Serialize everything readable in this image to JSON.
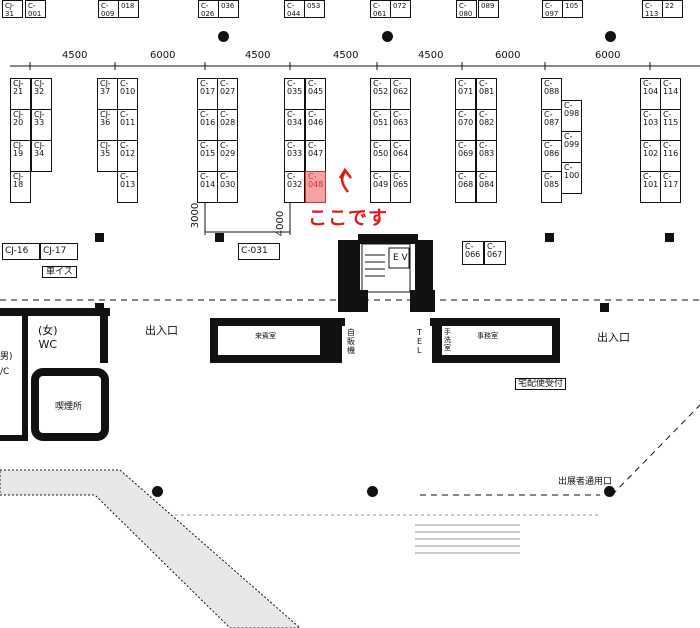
{
  "top_strip": {
    "booths": [
      "CJ-31",
      "C-001",
      "C-009",
      "018",
      "C-026",
      "036",
      "C-044",
      "053",
      "C-061",
      "072",
      "C-080",
      "089",
      "C-097",
      "105",
      "C-113",
      "22"
    ]
  },
  "dimensions": [
    "4500",
    "6000",
    "4500",
    "4500",
    "4500",
    "6000",
    "3000",
    "4000"
  ],
  "columns": {
    "cj_left": [
      "CJ-21",
      "CJ-20",
      "CJ-19",
      "CJ-18"
    ],
    "cj_right": [
      "CJ-32",
      "CJ-33",
      "CJ-34"
    ],
    "c1_left": [
      "CJ-37",
      "CJ-36",
      "CJ-35"
    ],
    "c1_right": [
      "C-010",
      "C-011",
      "C-012",
      "C-013"
    ],
    "c2_left": [
      "C-017",
      "C-016",
      "C-015",
      "C-014"
    ],
    "c2_right": [
      "C-027",
      "C-028",
      "C-029",
      "C-030"
    ],
    "c3_left": [
      "C-035",
      "C-034",
      "C-033",
      "C-032"
    ],
    "c3_right": [
      "C-045",
      "C-046",
      "C-047",
      "C-048"
    ],
    "c4_left": [
      "C-052",
      "C-051",
      "C-050",
      "C-049"
    ],
    "c4_right": [
      "C-062",
      "C-063",
      "C-064",
      "C-065"
    ],
    "c5_left": [
      "C-071",
      "C-070",
      "C-069",
      "C-068"
    ],
    "c5_right": [
      "C-081",
      "C-082",
      "C-083",
      "C-084"
    ],
    "c6_left": [
      "C-088",
      "C-087",
      "C-086",
      "C-085"
    ],
    "c6_right": [
      "C-098",
      "C-099",
      "C-100"
    ],
    "c7_left": [
      "C-104",
      "C-103",
      "C-102",
      "C-101"
    ],
    "c7_right": [
      "C-114",
      "C-115",
      "C-116",
      "C-117"
    ]
  },
  "highlight": {
    "booth": "C-048",
    "callout": "ここです",
    "color": "#e01818"
  },
  "bottom_booths": {
    "cj16": "CJ-16",
    "cj17": "CJ-17",
    "c031": "C-031",
    "c066": "C-066",
    "c067": "C-067"
  },
  "labels": {
    "wheelchair": "車イス",
    "ev": "E V",
    "exit_left": "出入口",
    "exit_right": "出入口",
    "womens_wc": "(女)\nWC",
    "smoking": "喫煙所",
    "visitor_room": "来賓室",
    "vending": "自\n販\n機",
    "tel": "T\nE\nL",
    "office": "事務室",
    "washroom": "手\n洗\n室",
    "delivery": "宅配便受付",
    "exhibitor_exit": "出展者通用口",
    "partial_left1": "男)",
    "partial_left2": "/C"
  }
}
